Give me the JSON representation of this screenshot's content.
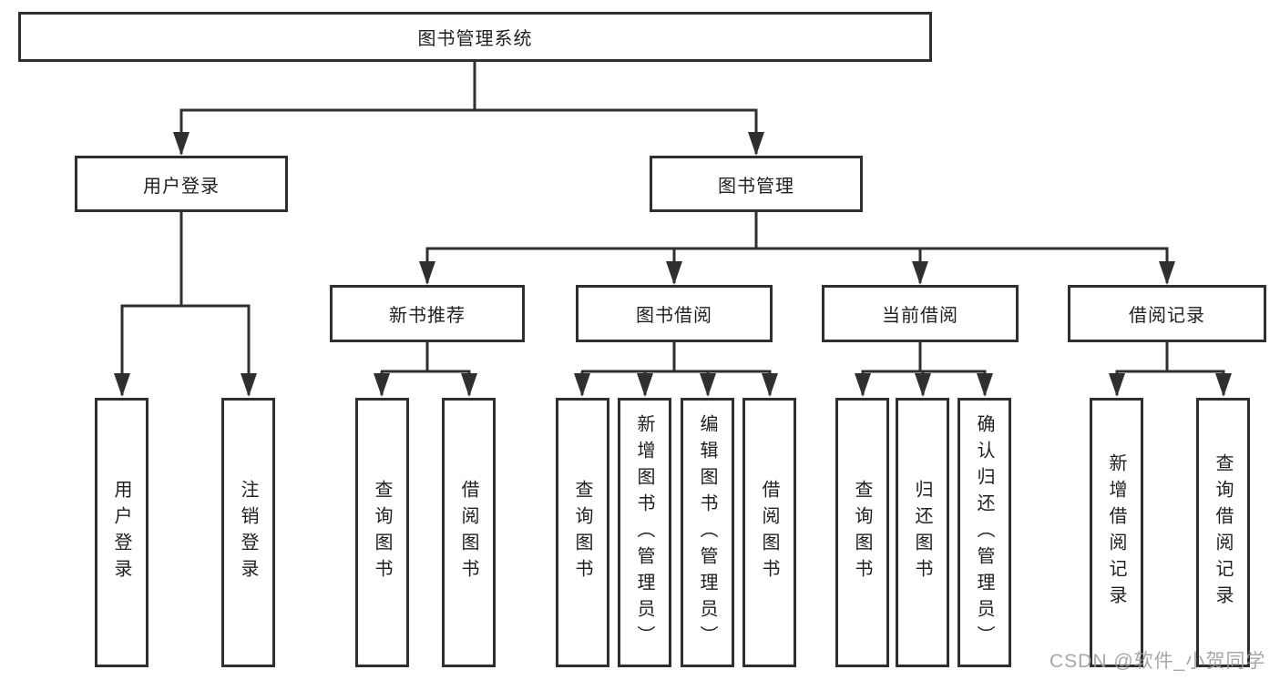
{
  "tree": {
    "root": {
      "label": "图书管理系统",
      "children": [
        {
          "label": "用户登录",
          "children": [
            {
              "label": "用户登录"
            },
            {
              "label": "注销登录"
            }
          ]
        },
        {
          "label": "图书管理",
          "children": [
            {
              "label": "新书推荐",
              "children": [
                {
                  "label": "查询图书"
                },
                {
                  "label": "借阅图书"
                }
              ]
            },
            {
              "label": "图书借阅",
              "children": [
                {
                  "label": "查询图书"
                },
                {
                  "label": "新增图书（管理员）"
                },
                {
                  "label": "编辑图书（管理员）"
                },
                {
                  "label": "借阅图书"
                }
              ]
            },
            {
              "label": "当前借阅",
              "children": [
                {
                  "label": "查询图书"
                },
                {
                  "label": "归还图书"
                },
                {
                  "label": "确认归还（管理员）"
                }
              ]
            },
            {
              "label": "借阅记录",
              "children": [
                {
                  "label": "新增借阅记录"
                },
                {
                  "label": "查询借阅记录"
                }
              ]
            }
          ]
        }
      ]
    }
  },
  "watermark": {
    "text": "CSDN @软件_小贺同学"
  },
  "colors": {
    "line": "#2f2f2f",
    "text": "#1f1f1f",
    "background": "#ffffff",
    "watermark": "#9e9e9e"
  }
}
